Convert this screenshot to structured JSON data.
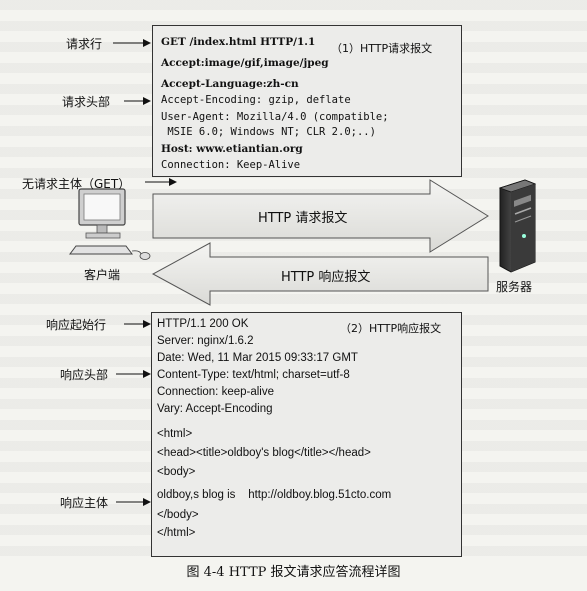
{
  "request": {
    "title": "（1）HTTP请求报文",
    "request_line": "GET /index.html HTTP/1.1",
    "headers": [
      "Accept:image/gif,image/jpeg",
      "Accept-Language:zh-cn",
      "Accept-Encoding: gzip, deflate",
      "User-Agent: Mozilla/4.0 (compatible;",
      " MSIE 6.0; Windows NT; CLR 2.0;..)",
      "Host: www.etiantian.org",
      "Connection: Keep-Alive"
    ]
  },
  "labels": {
    "request_line": "请求行",
    "request_headers": "请求头部",
    "no_body": "无请求主体（GET）",
    "client": "客户端",
    "server": "服务器",
    "resp_start": "响应起始行",
    "resp_headers": "响应头部",
    "resp_body": "响应主体"
  },
  "arrows": {
    "request": "HTTP 请求报文",
    "response": "HTTP 响应报文"
  },
  "response": {
    "title": "（2）HTTP响应报文",
    "lines": [
      "HTTP/1.1 200 OK",
      "Server: nginx/1.6.2",
      "Date: Wed, 11 Mar 2015 09:33:17 GMT",
      "Content-Type: text/html; charset=utf-8",
      "Connection: keep-alive",
      "Vary: Accept-Encoding",
      "<html>",
      "<head><title>oldboy's blog</title></head>",
      "<body>",
      "oldboy,s blog is    http://oldboy.blog.51cto.com",
      "</body>",
      "</html>"
    ]
  },
  "caption": "图 4-4   HTTP 报文请求应答流程详图"
}
